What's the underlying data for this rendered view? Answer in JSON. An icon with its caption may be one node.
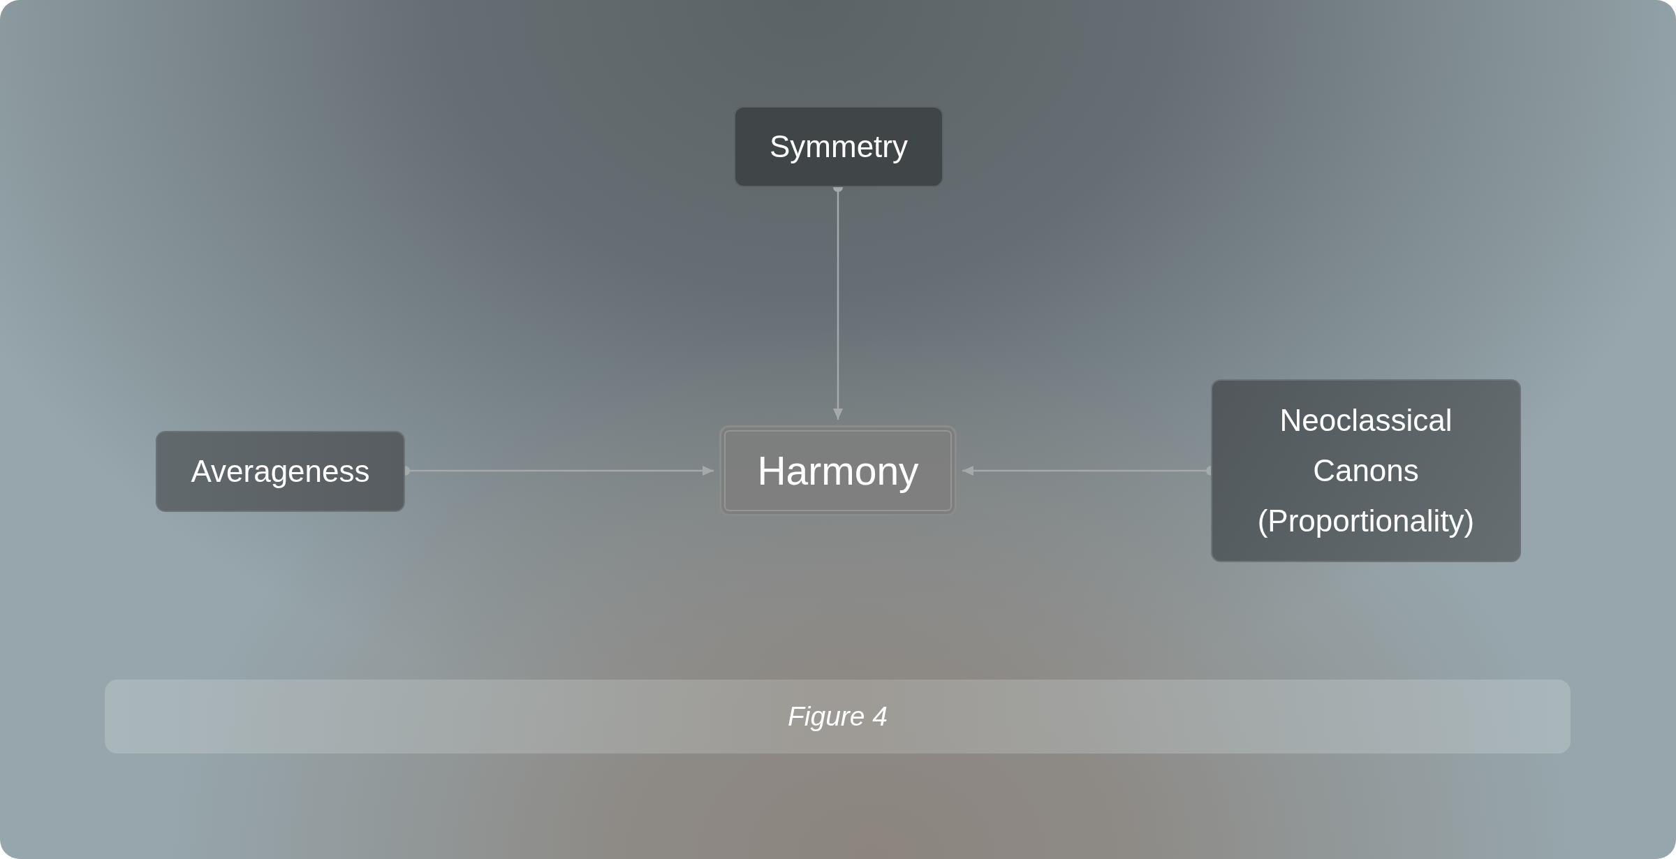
{
  "diagram": {
    "caption": "Figure 4",
    "nodes": [
      {
        "text": [
          "Symmetry"
        ]
      },
      {
        "text": [
          "Averageness"
        ]
      },
      {
        "text": [
          "Harmony"
        ]
      },
      {
        "text": [
          "Neoclassical Canons (Proportionality)"
        ]
      }
    ],
    "edges": [
      {
        "from": 0,
        "to": 2,
        "arrow": "to"
      },
      {
        "from": 1,
        "to": 2,
        "arrow": "to"
      },
      {
        "from": 3,
        "to": 2,
        "arrow": "to"
      }
    ]
  }
}
